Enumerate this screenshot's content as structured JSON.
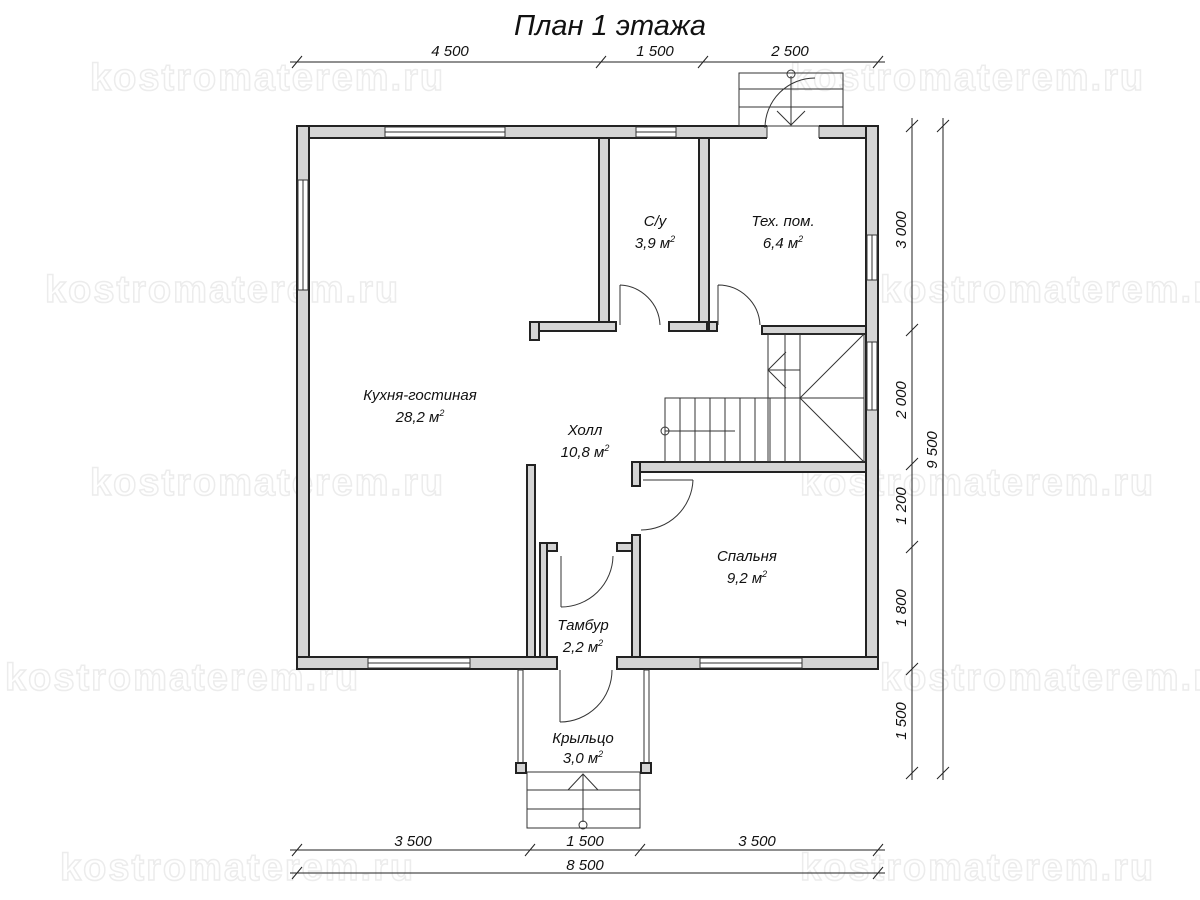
{
  "title": "План 1 этажа",
  "watermark": "kostromaterem.ru",
  "rooms": [
    {
      "name": "Кухня-гостиная",
      "area": "28,2 м",
      "sup": "2"
    },
    {
      "name": "С/у",
      "area": "3,9 м",
      "sup": "2"
    },
    {
      "name": "Тех. пом.",
      "area": "6,4 м",
      "sup": "2"
    },
    {
      "name": "Холл",
      "area": "10,8 м",
      "sup": "2"
    },
    {
      "name": "Спальня",
      "area": "9,2 м",
      "sup": "2"
    },
    {
      "name": "Тамбур",
      "area": "2,2 м",
      "sup": "2"
    },
    {
      "name": "Крыльцо",
      "area": "3,0 м",
      "sup": "2"
    }
  ],
  "dimensions": {
    "top": [
      "4 500",
      "1 500",
      "2 500"
    ],
    "bottom": [
      "3 500",
      "1 500",
      "3 500"
    ],
    "bottom_total": "8 500",
    "right": [
      "3 000",
      "2 000",
      "1 200",
      "1 800",
      "1 500"
    ],
    "right_total": "9 500"
  }
}
